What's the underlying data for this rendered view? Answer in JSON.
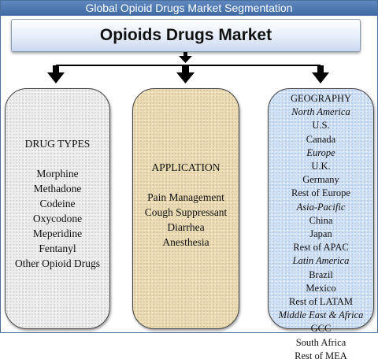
{
  "title": "Global Opioid Drugs Market Segmentation",
  "main": "Opioids Drugs Market",
  "drug_types": {
    "heading": "DRUG TYPES",
    "items": [
      "Morphine",
      "Methadone",
      "Codeine",
      "Oxycodone",
      "Meperidine",
      "Fentanyl",
      "Other Opioid Drugs"
    ]
  },
  "application": {
    "heading": "APPLICATION",
    "items": [
      "Pain Management",
      "Cough Suppressant",
      "Diarrhea",
      "Anesthesia"
    ]
  },
  "geography": {
    "heading": "GEOGRAPHY",
    "items": [
      {
        "text": "North America",
        "kind": "region"
      },
      {
        "text": "U.S.",
        "kind": "country"
      },
      {
        "text": "Canada",
        "kind": "country"
      },
      {
        "text": "Europe",
        "kind": "region"
      },
      {
        "text": "U.K.",
        "kind": "country"
      },
      {
        "text": "Germany",
        "kind": "country"
      },
      {
        "text": "Rest of Europe",
        "kind": "country"
      },
      {
        "text": "Asia-Pacific",
        "kind": "region"
      },
      {
        "text": "China",
        "kind": "country"
      },
      {
        "text": "Japan",
        "kind": "country"
      },
      {
        "text": "Rest of APAC",
        "kind": "country"
      },
      {
        "text": "Latin America",
        "kind": "region"
      },
      {
        "text": "Brazil",
        "kind": "country"
      },
      {
        "text": "Mexico",
        "kind": "country"
      },
      {
        "text": "Rest of LATAM",
        "kind": "country"
      },
      {
        "text": "Middle East & Africa",
        "kind": "region"
      },
      {
        "text": "GCC",
        "kind": "country"
      },
      {
        "text": "South Africa",
        "kind": "country"
      },
      {
        "text": "Rest of MEA",
        "kind": "country"
      }
    ]
  },
  "colors": {
    "title_bar": "#4f79b2",
    "drug_box": "#ececec",
    "application_box": "#eadbb4",
    "geography_box": "#cfe0f4",
    "arrow": "#000000"
  }
}
